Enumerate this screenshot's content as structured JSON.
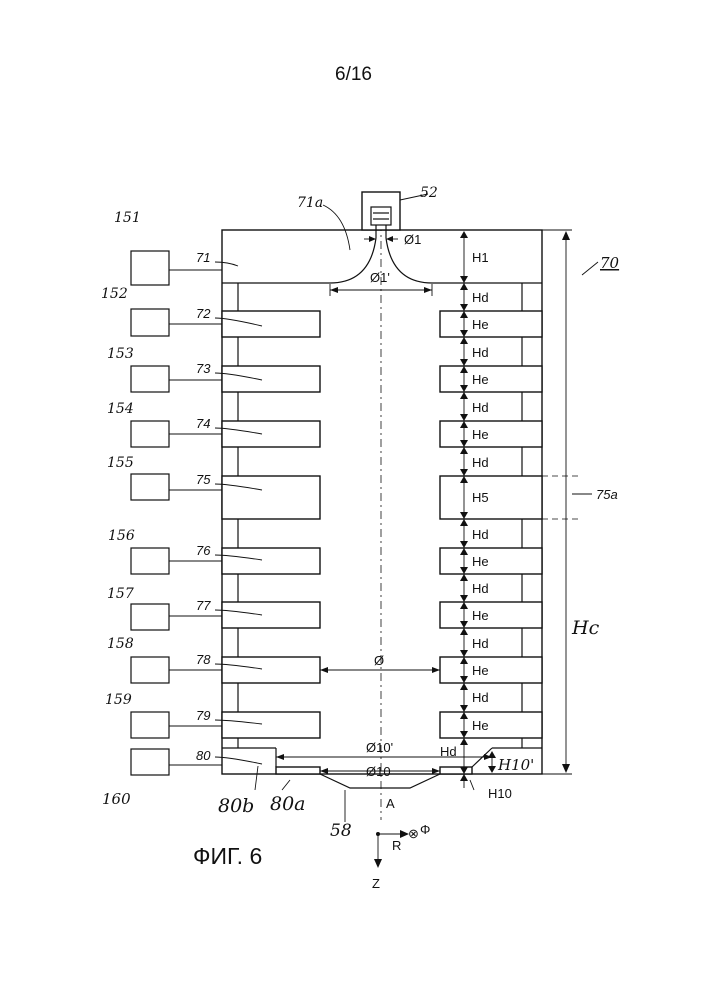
{
  "page_number": "6/16",
  "caption": "ФИГ. 6",
  "assembly_ref": "70",
  "sensor_ref": "52",
  "upper_edge_ref": "71a",
  "side_boxes": [
    "151",
    "152",
    "153",
    "154",
    "155",
    "156",
    "157",
    "158",
    "159",
    "160"
  ],
  "stage_refs": [
    "71",
    "72",
    "73",
    "74",
    "75",
    "76",
    "77",
    "78",
    "79",
    "80"
  ],
  "height_labels": {
    "h1": "H1",
    "hd": "Hd",
    "he": "He",
    "h5": "H5",
    "h10": "H10",
    "h10p": "H10'",
    "hc": "Hc"
  },
  "diameters": {
    "d1": "Ø1",
    "d1p": "Ø1'",
    "d": "Ø",
    "d10p": "Ø10'",
    "d10": "Ø10"
  },
  "refs": {
    "r75a": "75a",
    "r80b": "80b",
    "r80a": "80a",
    "r58": "58"
  },
  "axes": {
    "a": "A",
    "r": "R",
    "z": "Z",
    "phi": "Φ",
    "cross": "⊗"
  }
}
